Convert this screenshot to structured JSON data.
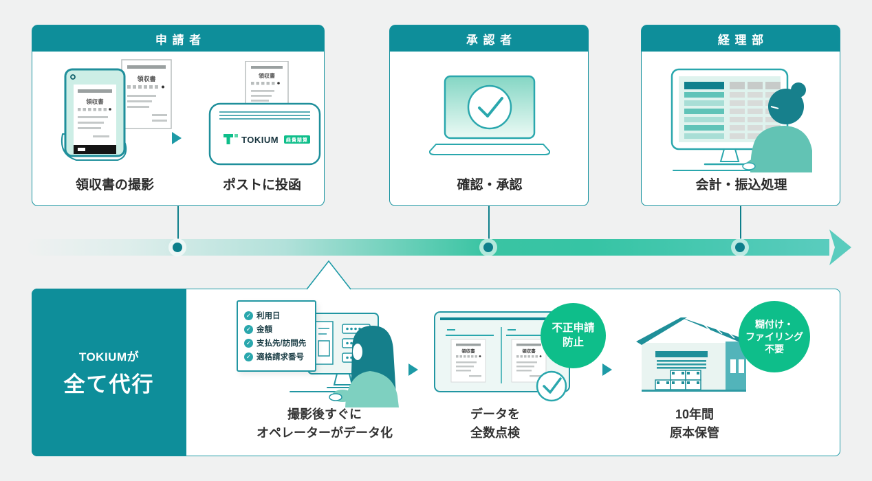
{
  "colors": {
    "teal": "#0e8e9a",
    "teal_dark": "#0d7f8b",
    "green": "#0ebe8a",
    "arrow_gradient_end": "#5accbe",
    "background": "#f0f1f1"
  },
  "top_cards": [
    {
      "header": "申請者",
      "labels": [
        "領収書の撮影",
        "ポストに投函"
      ]
    },
    {
      "header": "承認者",
      "labels": [
        "確認・承認"
      ]
    },
    {
      "header": "経理部",
      "labels": [
        "会計・振込処理"
      ]
    }
  ],
  "receipt_title": "領収書",
  "postbox_logo": {
    "brand": "TOKIUM",
    "badge": "経費精算"
  },
  "bottom_panel": {
    "line1": "TOKIUMが",
    "line2": "全て代行"
  },
  "bottom_steps": [
    {
      "lines": [
        "撮影後すぐに",
        "オペレーターがデータ化"
      ],
      "checklist": [
        "利用日",
        "金額",
        "支払先/訪問先",
        "適格請求番号"
      ]
    },
    {
      "lines": [
        "データを",
        "全数点検"
      ],
      "badge": [
        "不正申請",
        "防止"
      ]
    },
    {
      "lines": [
        "10年間",
        "原本保管"
      ],
      "badge": [
        "糊付け・",
        "ファイリング",
        "不要"
      ]
    }
  ]
}
